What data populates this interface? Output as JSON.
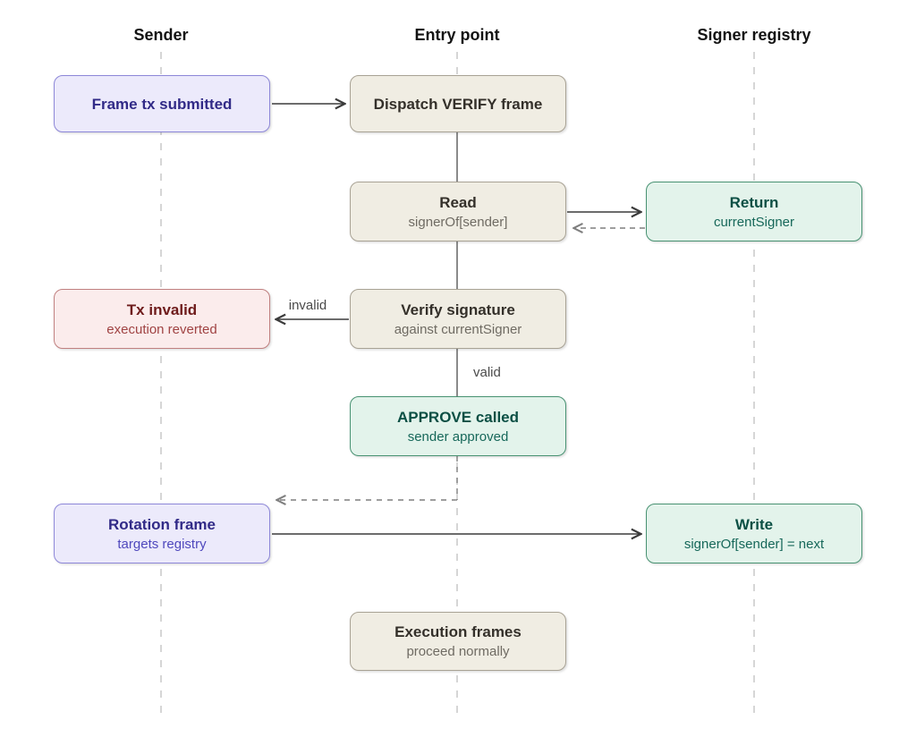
{
  "diagram": {
    "type": "sequence-flow",
    "lanes": [
      {
        "label": "Sender"
      },
      {
        "label": "Entry point"
      },
      {
        "label": "Signer registry"
      }
    ],
    "nodes": {
      "frame_tx": {
        "lane": "Sender",
        "title": "Frame tx submitted",
        "subtitle": "",
        "variant": "purple"
      },
      "dispatch": {
        "lane": "Entry point",
        "title": "Dispatch VERIFY frame",
        "subtitle": "",
        "variant": "beige"
      },
      "read": {
        "lane": "Entry point",
        "title": "Read",
        "subtitle": "signerOf[sender]",
        "variant": "beige"
      },
      "return": {
        "lane": "Signer registry",
        "title": "Return",
        "subtitle": "currentSigner",
        "variant": "green"
      },
      "tx_invalid": {
        "lane": "Sender",
        "title": "Tx invalid",
        "subtitle": "execution reverted",
        "variant": "red"
      },
      "verify": {
        "lane": "Entry point",
        "title": "Verify signature",
        "subtitle": "against currentSigner",
        "variant": "beige"
      },
      "approve": {
        "lane": "Entry point",
        "title": "APPROVE called",
        "subtitle": "sender approved",
        "variant": "green"
      },
      "rotation": {
        "lane": "Sender",
        "title": "Rotation frame",
        "subtitle": "targets registry",
        "variant": "purple"
      },
      "write": {
        "lane": "Signer registry",
        "title": "Write",
        "subtitle": "signerOf[sender] = next",
        "variant": "green"
      },
      "execution": {
        "lane": "Entry point",
        "title": "Execution frames",
        "subtitle": "proceed normally",
        "variant": "beige"
      }
    },
    "edges": [
      {
        "from": "frame_tx",
        "to": "dispatch",
        "style": "solid",
        "label": ""
      },
      {
        "from": "dispatch",
        "to": "read",
        "style": "solid",
        "label": ""
      },
      {
        "from": "read",
        "to": "return",
        "style": "solid",
        "label": ""
      },
      {
        "from": "return",
        "to": "read",
        "style": "dashed",
        "label": ""
      },
      {
        "from": "read",
        "to": "verify",
        "style": "solid",
        "label": ""
      },
      {
        "from": "verify",
        "to": "tx_invalid",
        "style": "solid",
        "label": "invalid"
      },
      {
        "from": "verify",
        "to": "approve",
        "style": "solid",
        "label": "valid"
      },
      {
        "from": "approve",
        "to": "rotation",
        "style": "dashed",
        "label": ""
      },
      {
        "from": "rotation",
        "to": "write",
        "style": "solid",
        "label": ""
      }
    ],
    "colors": {
      "background": "#ffffff",
      "lifeline": "#c9c9c9",
      "connector": "#8a8a8a",
      "arrow_solid": "#3b3b3b",
      "arrow_dashed": "#7f7f7f",
      "purple_fill": "#eceafb",
      "purple_border": "#8d87d8",
      "purple_text": "#312a87",
      "beige_fill": "#f0ede3",
      "beige_border": "#a8a294",
      "beige_text": "#34302a",
      "green_fill": "#e3f3eb",
      "green_border": "#489272",
      "green_text": "#0b4f44",
      "red_fill": "#fbecec",
      "red_border": "#c08080",
      "red_text": "#6e1b1b"
    }
  }
}
